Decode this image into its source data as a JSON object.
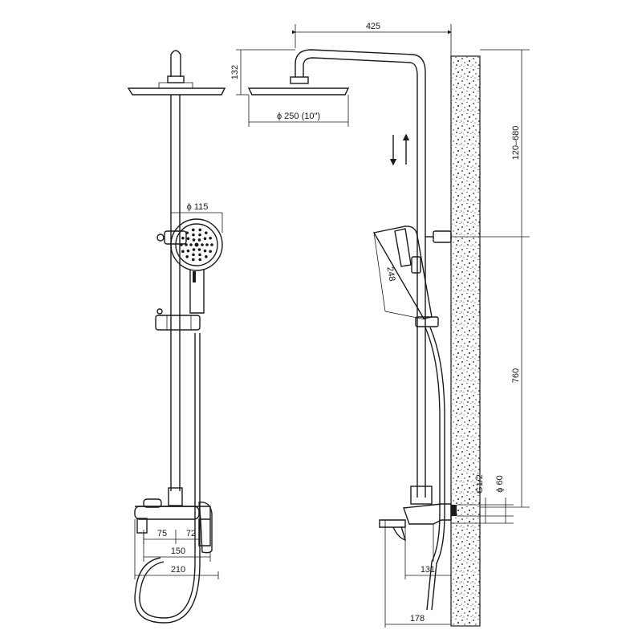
{
  "dimensions": {
    "top_width": "425",
    "head_height": "132",
    "head_diameter": "ϕ 250 (10\")",
    "rail_range": "120–680",
    "hand_diameter": "ϕ 115",
    "hand_length": "248",
    "height_760": "760",
    "thread": "G1/2",
    "pipe_diameter": "ϕ 60",
    "d75": "75",
    "d72": "72",
    "d150": "150",
    "d210": "210",
    "d131": "131",
    "d178": "178"
  },
  "colors": {
    "line": "#1a1a1a",
    "background": "#ffffff"
  }
}
